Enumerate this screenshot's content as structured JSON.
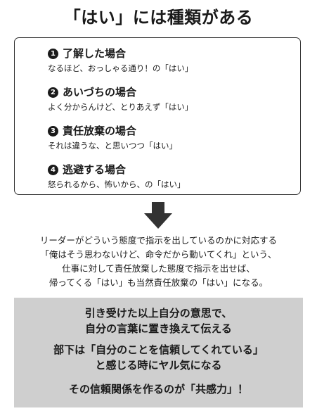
{
  "title": "「はい」には種類がある",
  "types": [
    {
      "number": "1",
      "heading": "了解した場合",
      "description": "なるほど、おっしゃる通り！の「はい」"
    },
    {
      "number": "2",
      "heading": "あいづちの場合",
      "description": "よく分からんけど、とりあえず「はい」"
    },
    {
      "number": "3",
      "heading": "責任放棄の場合",
      "description": "それは違うな、と思いつつ「はい」"
    },
    {
      "number": "4",
      "heading": "逃避する場合",
      "description": "怒られるから、怖いから、の「はい」"
    }
  ],
  "explanation": [
    "リーダーがどういう態度で指示を出しているのかに対応する",
    "「俺はそう思わないけど、命令だから動いてくれ」という、",
    "仕事に対して責任放棄した態度で指示を出せば、",
    "帰ってくる「はい」も当然責任放棄の「はい」になる。"
  ],
  "message": [
    [
      "引き受けた以上自分の意思で、",
      "自分の言葉に置き換えて伝える"
    ],
    [
      "部下は「自分のことを信頼してくれている」",
      "と感じる時にヤル気になる"
    ],
    [
      "その信頼関係を作るのが「共感力」！"
    ]
  ],
  "colors": {
    "text": "#1a1a1a",
    "box_border": "#333333",
    "message_background": "#cfcfcf",
    "arrow": "#333333"
  },
  "icons": {
    "arrow": "down-arrow-icon",
    "number_badge": "filled-circle-number-icon"
  }
}
